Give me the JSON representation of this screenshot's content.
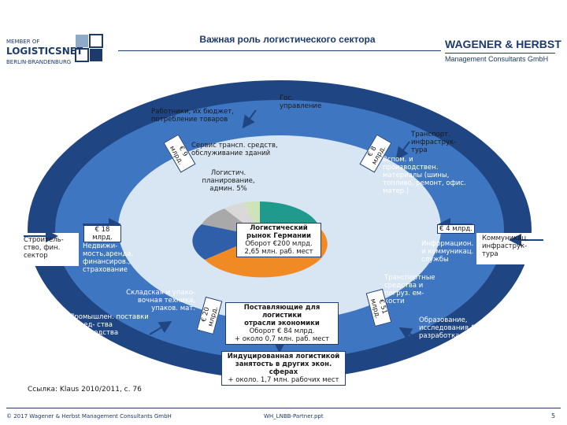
{
  "header": {
    "title": "Важная роль логистического сектора",
    "left_logo": {
      "line1": "MEMBER OF",
      "line2": "LOGISTICSNET",
      "line3": "BERLIN-BRANDENBURG"
    },
    "right_logo": {
      "name": "WAGENER & HERBST",
      "sub": "Management Consultants GmbH"
    }
  },
  "diagram": {
    "center": {
      "line1": "Логистический",
      "line2": "рынок Германии",
      "line3": "Оборот €200 млрд.",
      "line4": "2,65 млн. раб. мест"
    },
    "inner_labels": {
      "service": "Сервис трансп. средств, обслуживание зданий",
      "planning": "Логистич. планирование, админ. 5%"
    },
    "middle_labels": {
      "workers": "Работники, их бюджет, потребление товаров",
      "gov": "Гос. управление",
      "transport_infra": "Транспорт. инфраструк- тура",
      "aux_materials": "Вспом. и производствен. материалы (шины, топливо, ремонт, офис. матер.)",
      "real_estate": "Недвижи- мость,аренда, финансиров., страхование",
      "info_comm": "Информацион. и коммуникац. службы",
      "warehouse": "Складская и упако- вочная техника, упаков. мат.",
      "vehicles": "Транспортные средства и погруз. ем- кости"
    },
    "outer_labels": {
      "construction": "Строитель- ство, фин. сектор",
      "industrial": "Промышлен. поставки и сред- ства производства",
      "communications": "Коммуникац. инфраструк- тура",
      "education": "Образование, исследования & разработка"
    },
    "amounts": {
      "a9": "€ 9 млрд.",
      "a8": "€ 8 млрд.",
      "a18": "€ 18 млрд.",
      "a4": "€ 4 млрд.",
      "a20": "€ 20 млрд.",
      "a51": "€ 51 млрд."
    },
    "suppliers_box": {
      "line1": "Поставляющие для логистики",
      "line2": "отрасли экономики",
      "line3": "Оборот € 84 млрд.",
      "line4": "+ около 0,7 млн. раб. мест"
    },
    "induced_box": {
      "line1": "Индуцированная логистикой",
      "line2": "занятость в других экон. сферах",
      "line3": "+ около. 1,7 млн. рабочих мест"
    },
    "pie_slices": [
      {
        "name": "slice-teal",
        "color": "#1f9a8c"
      },
      {
        "name": "slice-orange",
        "color": "#f08a24"
      },
      {
        "name": "slice-blue",
        "color": "#2e5fa8"
      },
      {
        "name": "slice-gray",
        "color": "#a9a9a9"
      },
      {
        "name": "slice-lightgray",
        "color": "#d9d9d9"
      },
      {
        "name": "slice-green",
        "color": "#cfe3b8"
      }
    ]
  },
  "footer": {
    "source": "Ссылка: Klaus 2010/2011, с. 76",
    "copyright": "© 2017 Wagener & Herbst Management Consultants GmbH",
    "filename": "WH_LNBB-Partner.ppt",
    "page": "5"
  },
  "colors": {
    "dark_ring": "#1f4582",
    "mid_ring": "#3f76c1",
    "inner": "#d8e5f3",
    "accent": "#1d3a6b"
  }
}
